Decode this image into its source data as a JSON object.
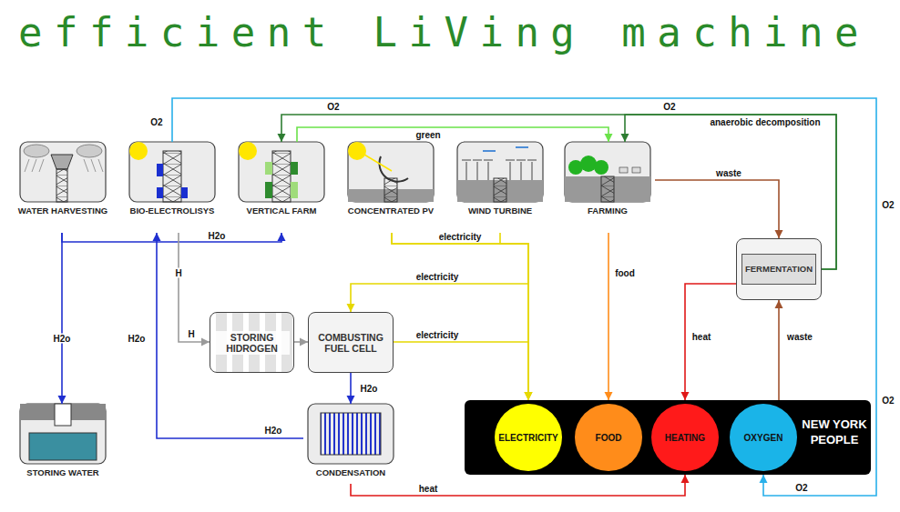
{
  "diagram": {
    "title": "efficient LiVing machine",
    "nodes": [
      {
        "text": [
          "WATER HARVESTING"
        ]
      },
      {
        "text": [
          "BIO-ELECTROLISYS"
        ]
      },
      {
        "text": [
          "VERTICAL FARM"
        ]
      },
      {
        "text": [
          "CONCENTRATED PV"
        ]
      },
      {
        "text": [
          "WIND TURBINE"
        ]
      },
      {
        "text": [
          "FARMING"
        ]
      },
      {
        "text": [
          "FERMENTATION"
        ]
      },
      {
        "text": [
          "STORING HIDROGEN"
        ]
      },
      {
        "text": [
          "COMBUSTING FUEL CELL"
        ]
      },
      {
        "text": [
          "STORING WATER"
        ]
      },
      {
        "text": [
          "CONDENSATION"
        ]
      },
      {
        "text": [
          "NEW YORK PEOPLE"
        ]
      },
      {
        "text": [
          "ELECTRICITY"
        ],
        "in": 11
      },
      {
        "text": [
          "FOOD"
        ],
        "in": 11
      },
      {
        "text": [
          "HEATING"
        ],
        "in": 11
      },
      {
        "text": [
          "OXYGEN"
        ],
        "in": 11
      }
    ],
    "edges": [
      {
        "from": 0,
        "to": 9,
        "label": "H2o",
        "arrow": "to"
      },
      {
        "from": 0,
        "to": 2,
        "label": "H2o",
        "arrow": "to"
      },
      {
        "from": 1,
        "to": 7,
        "label": "H",
        "arrow": "to"
      },
      {
        "from": 7,
        "to": 8,
        "arrow": "to"
      },
      {
        "from": 8,
        "to": 10,
        "label": "H2o",
        "arrow": "to"
      },
      {
        "from": 10,
        "to": 1,
        "label": "H2o",
        "arrow": "to"
      },
      {
        "from": 10,
        "to": 14,
        "label": "heat",
        "arrow": "to"
      },
      {
        "from": 1,
        "to": 15,
        "label": "O2",
        "arrow": "to"
      },
      {
        "from": 6,
        "to": 2,
        "label": "anaerobic decomposition",
        "arrow": "to"
      },
      {
        "from": 6,
        "to": 5,
        "arrow": "to"
      },
      {
        "from": 2,
        "to": 5,
        "label": "green",
        "arrow": "to"
      },
      {
        "from": 5,
        "to": 6,
        "label": "waste",
        "arrow": "to"
      },
      {
        "from": 5,
        "to": 13,
        "label": "food",
        "arrow": "to"
      },
      {
        "from": 3,
        "to": 12,
        "label": "electricity",
        "arrow": "to"
      },
      {
        "from": 4,
        "to": 12,
        "arrow": "to"
      },
      {
        "from": 3,
        "to": 8,
        "label": "electricity",
        "arrow": "to"
      },
      {
        "from": 8,
        "to": 12,
        "label": "electricity",
        "arrow": "to"
      },
      {
        "from": 6,
        "to": 14,
        "label": "heat",
        "arrow": "to"
      },
      {
        "from": 11,
        "to": 6,
        "label": "waste",
        "arrow": "to"
      }
    ],
    "labels": [
      "H",
      "H2o",
      "O2",
      "O2",
      "O2",
      "O2",
      "O2"
    ]
  }
}
